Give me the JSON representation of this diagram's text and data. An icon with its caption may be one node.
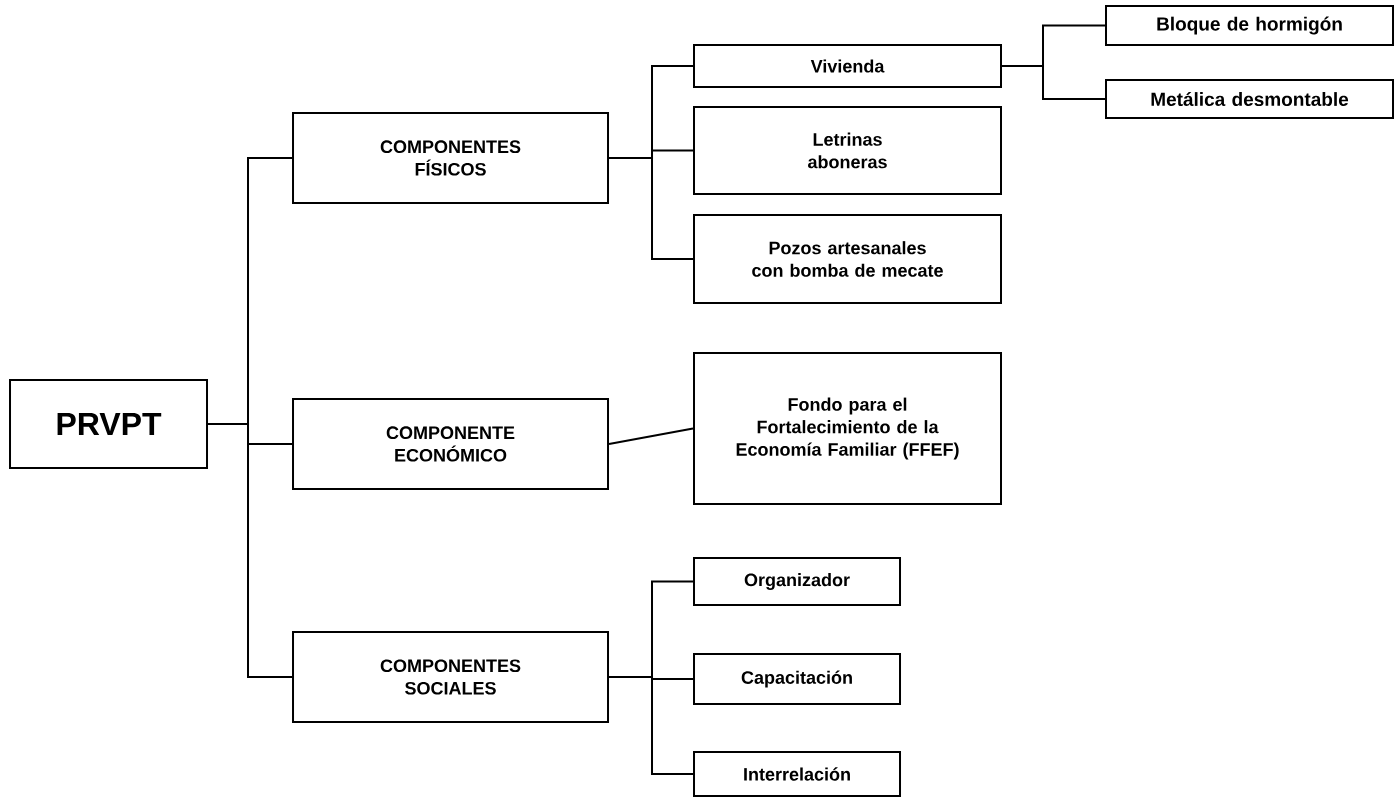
{
  "diagram": {
    "nodes": [
      {
        "text": [
          "PRVPT"
        ]
      },
      {
        "text": [
          "COMPONENTES FÍSICOS"
        ]
      },
      {
        "text": [
          "COMPONENTE ECONÓMICO"
        ]
      },
      {
        "text": [
          "COMPONENTES SOCIALES"
        ]
      },
      {
        "text": [
          "Vivienda"
        ]
      },
      {
        "text": [
          "Letrinas aboneras"
        ]
      },
      {
        "text": [
          "Pozos artesanales con bomba de mecate"
        ]
      },
      {
        "text": [
          "Bloque de hormigón"
        ]
      },
      {
        "text": [
          "Metálica desmontable"
        ]
      },
      {
        "text": [
          "Fondo para el Fortalecimiento de la Economía Familiar (FFEF)"
        ]
      },
      {
        "text": [
          "Organizador"
        ]
      },
      {
        "text": [
          "Capacitación"
        ]
      },
      {
        "text": [
          "Interrelación"
        ]
      }
    ],
    "edges": [
      {
        "from": 0,
        "to": 1,
        "arrow": "none"
      },
      {
        "from": 0,
        "to": 2,
        "arrow": "none"
      },
      {
        "from": 0,
        "to": 3,
        "arrow": "none"
      },
      {
        "from": 1,
        "to": 4,
        "arrow": "none"
      },
      {
        "from": 1,
        "to": 5,
        "arrow": "none"
      },
      {
        "from": 1,
        "to": 6,
        "arrow": "none"
      },
      {
        "from": 4,
        "to": 7,
        "arrow": "none"
      },
      {
        "from": 4,
        "to": 8,
        "arrow": "none"
      },
      {
        "from": 2,
        "to": 9,
        "arrow": "none"
      },
      {
        "from": 3,
        "to": 10,
        "arrow": "none"
      },
      {
        "from": 3,
        "to": 11,
        "arrow": "none"
      },
      {
        "from": 3,
        "to": 12,
        "arrow": "none"
      }
    ]
  }
}
